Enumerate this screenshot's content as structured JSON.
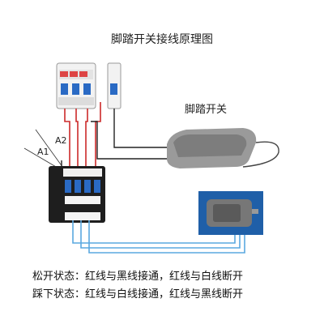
{
  "title": "脚踏开关接线原理图",
  "pedal_label": "脚踏开关",
  "terminal_labels": {
    "a1": "A1",
    "a2": "A2"
  },
  "captions": [
    "松开状态：红线与黑线接通，红线与白线断开",
    "踩下状态：红线与白线接通，红线与黑线断开"
  ],
  "colors": {
    "red_wire": "#cc2a2a",
    "black_wire": "#222222",
    "blue_wire": "#5aa8e0",
    "breaker_body": "#eeeeee",
    "contactor_body": "#1a1a1a",
    "pedal_body": "#9a9a9a",
    "motor_screen": "#1f5fa8"
  }
}
